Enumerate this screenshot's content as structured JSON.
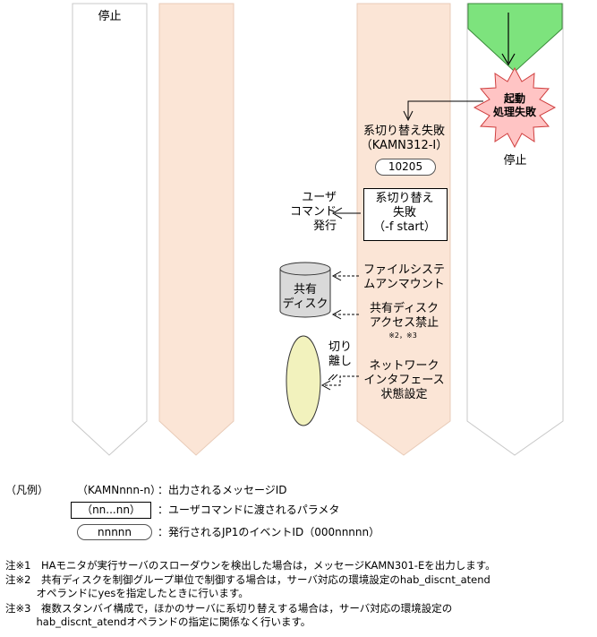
{
  "lanes": {
    "lane1_status": "停止",
    "lane5_status": "停止"
  },
  "events": {
    "startup_failure": [
      "起動",
      "処理失敗"
    ],
    "failover_failure_msg": [
      "系切り替え失敗",
      "（KAMN312-I）"
    ],
    "event_id": "10205",
    "failover_failure_param": [
      "系切り替え",
      "失敗",
      "（-f start）"
    ],
    "user_command": [
      "ユーザ",
      "コマンド",
      "発行"
    ],
    "fs_unmount": [
      "ファイルシステ",
      "ムアンマウント"
    ],
    "shared_disk": [
      "共有",
      "ディスク"
    ],
    "disk_access_ban": [
      "共有ディスク",
      "アクセス禁止"
    ],
    "disk_access_notes": "※2，※3",
    "isolate": [
      "切り",
      "離し"
    ],
    "network_interface": [
      "ネットワーク",
      "インタフェース",
      "状態設定"
    ]
  },
  "legend": {
    "title": "（凡例）",
    "rows": [
      {
        "sample": "（KAMNnnn-n）",
        "desc": "：出力されるメッセージID"
      },
      {
        "sample": "（nn...nn）",
        "desc": "：ユーザコマンドに渡されるパラメタ"
      },
      {
        "sample": "nnnnn",
        "desc": "：発行されるJP1のイベントID（000nnnnn）"
      }
    ]
  },
  "notes": [
    "注※1　HAモニタが実行サーバのスローダウンを検出した場合は，メッセージKAMN301-Eを出力します。",
    "注※2　共有ディスクを制御グループ単位で制御する場合は，サーバ対応の環境設定のhab_discnt_atend",
    "　　　オペランドにyesを指定したときに行います。",
    "注※3　複数スタンバイ構成で，ほかのサーバに系切り替えする場合は，サーバ対応の環境設定の",
    "　　　hab_discnt_atendオペランドの指定に関係なく行います。"
  ],
  "colors": {
    "lane_fill": "#fbe5d6",
    "lane_border": "#c8c8c8",
    "start_fill": "#7de37d",
    "burst_fill": "#ffc4c4",
    "ellipse_fill": "#f2f2bd",
    "cylinder_fill": "#d9d9d9"
  }
}
